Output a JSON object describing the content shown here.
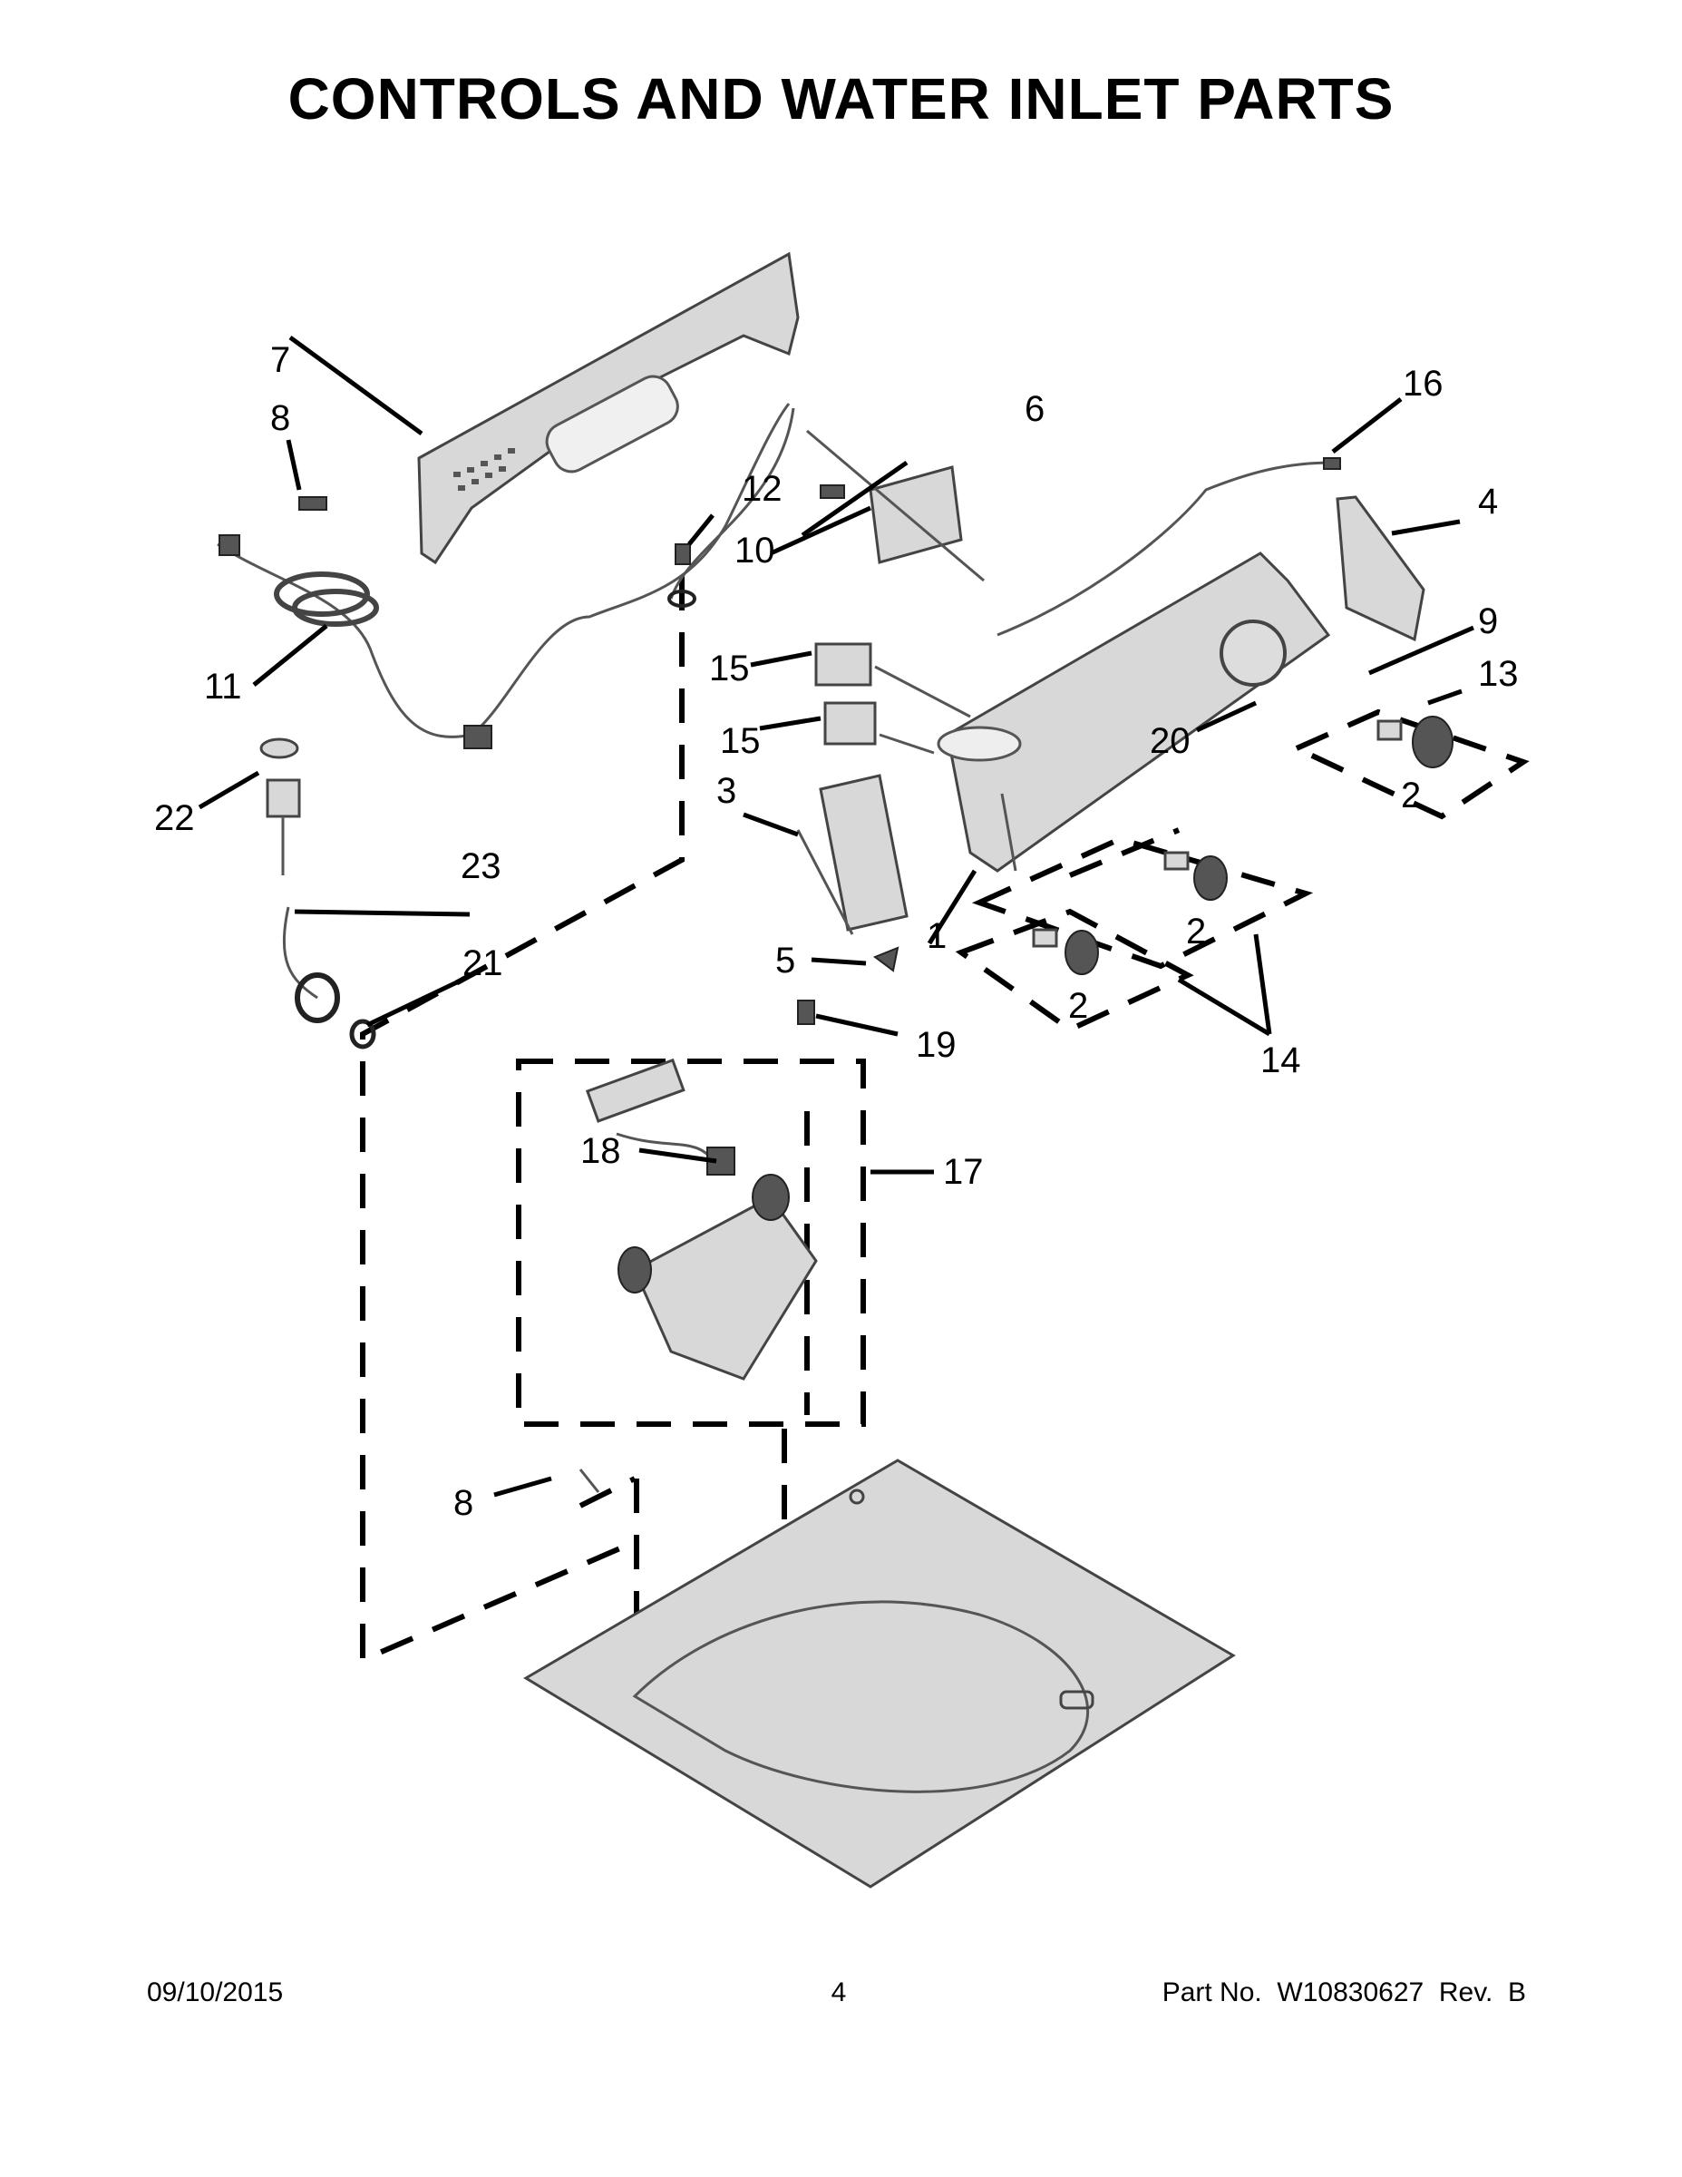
{
  "title": "CONTROLS AND WATER INLET PARTS",
  "callouts": [
    "1",
    "2",
    "3",
    "4",
    "5",
    "6",
    "7",
    "8",
    "9",
    "10",
    "11",
    "12",
    "13",
    "14",
    "15",
    "16",
    "17",
    "18",
    "19",
    "20",
    "21",
    "22",
    "23"
  ],
  "footer": {
    "date": "09/10/2015",
    "page": "4",
    "part_no": "Part No.  W10830627  Rev.  B"
  },
  "colors": {
    "ink": "#000000",
    "part_shading": "#d8d8d8",
    "part_outline": "#444444"
  }
}
